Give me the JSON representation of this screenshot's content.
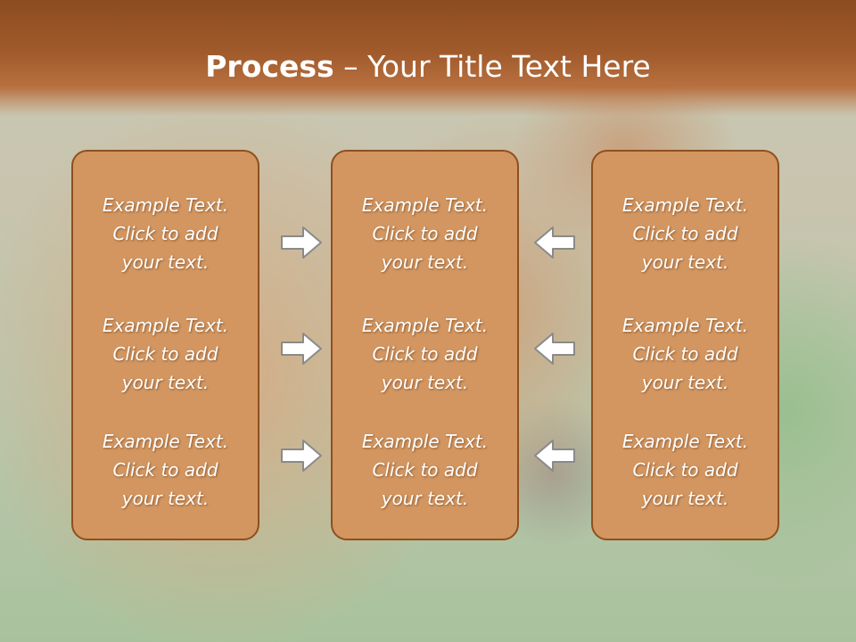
{
  "slide": {
    "title_bold": "Process",
    "title_rest": " – Your Title Text Here"
  },
  "panels": [
    {
      "blocks": [
        {
          "line1": "Example Text.",
          "line2": "Click  to add",
          "line3": "your text."
        },
        {
          "line1": "Example Text.",
          "line2": "Click  to add",
          "line3": "your text."
        },
        {
          "line1": "Example Text.",
          "line2": "Click  to add",
          "line3": "your text."
        }
      ]
    },
    {
      "blocks": [
        {
          "line1": "Example Text.",
          "line2": "Click  to add",
          "line3": "your text."
        },
        {
          "line1": "Example Text.",
          "line2": "Click  to add",
          "line3": "your text."
        },
        {
          "line1": "Example Text.",
          "line2": "Click  to add",
          "line3": "your text."
        }
      ]
    },
    {
      "blocks": [
        {
          "line1": "Example Text.",
          "line2": "Click  to add",
          "line3": "your text."
        },
        {
          "line1": "Example Text.",
          "line2": "Click  to add",
          "line3": "your text."
        },
        {
          "line1": "Example Text.",
          "line2": "Click  to add",
          "line3": "your text."
        }
      ]
    }
  ],
  "arrows": {
    "left_column": [
      "right-arrow-icon",
      "right-arrow-icon",
      "right-arrow-icon"
    ],
    "right_column": [
      "left-arrow-icon",
      "left-arrow-icon",
      "left-arrow-icon"
    ]
  },
  "colors": {
    "title_bar": "#a05a2b",
    "panel_fill": "#d39660",
    "panel_border": "#8f4f1f",
    "arrow_fill": "#ffffff",
    "arrow_stroke": "#8a8a8a"
  }
}
